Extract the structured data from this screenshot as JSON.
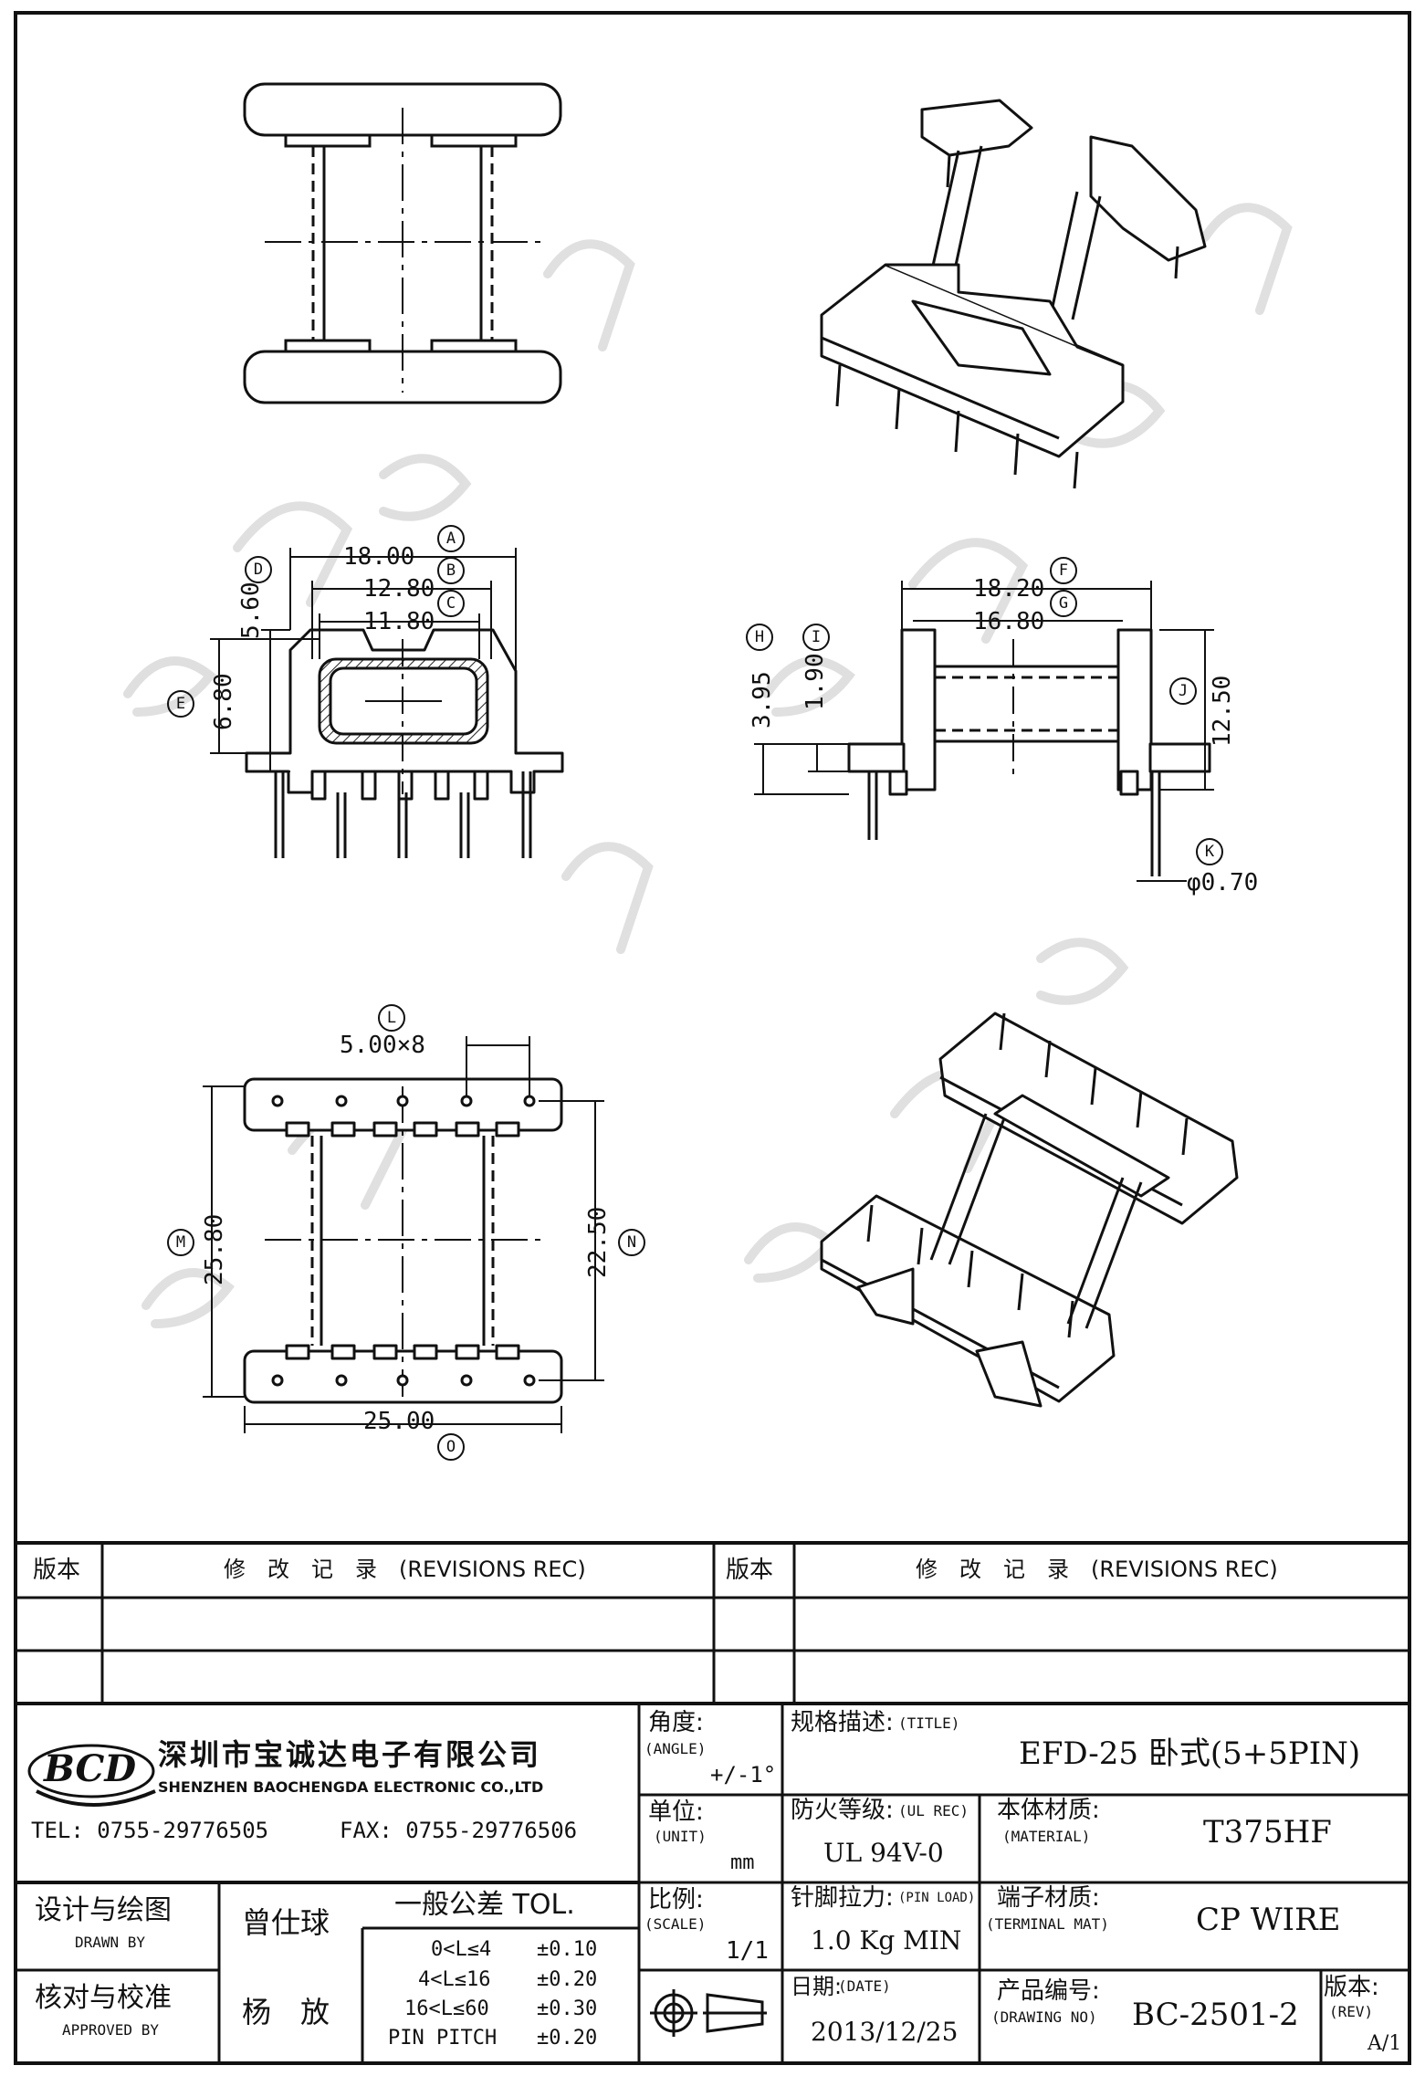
{
  "dimensions": {
    "a": "18.00",
    "b": "12.80",
    "c": "11.80",
    "d": "5.60",
    "e": "6.80",
    "f": "18.20",
    "g": "16.80",
    "h": "3.95",
    "i": "1.90",
    "j": "12.50",
    "k": "φ0.70",
    "l": "5.00×8",
    "m": "25.80",
    "n": "22.50",
    "o": "25.00"
  },
  "callouts": [
    "A",
    "B",
    "C",
    "D",
    "E",
    "F",
    "G",
    "H",
    "I",
    "J",
    "K",
    "L",
    "M",
    "N",
    "O"
  ],
  "revisions": {
    "rev_label": "版本",
    "rec_label": "修　改　记　录　(REVISIONS REC)"
  },
  "company": {
    "logo": "BCD",
    "name_cn": "深圳市宝诚达电子有限公司",
    "name_en": "SHENZHEN BAOCHENGDA ELECTRONIC CO.,LTD",
    "tel": "TEL: 0755-29776505",
    "fax": "FAX: 0755-29776506"
  },
  "angle": {
    "label": "角度:",
    "label_en": "(ANGLE)",
    "value": "+/-1°"
  },
  "unit": {
    "label": "单位:",
    "label_en": "(UNIT)",
    "value": "mm"
  },
  "scale": {
    "label": "比例:",
    "label_en": "(SCALE)",
    "value": "1/1"
  },
  "title_block": {
    "label": "规格描述:",
    "label_en": "(TITLE)",
    "value": "EFD-25 卧式(5+5PIN)"
  },
  "ul": {
    "label": "防火等级:",
    "label_en": "(UL REC)",
    "value": "UL 94V-0"
  },
  "material": {
    "label": "本体材质:",
    "label_en": "(MATERIAL)",
    "value": "T375HF"
  },
  "pin_load": {
    "label": "针脚拉力:",
    "label_en": "(PIN LOAD)",
    "value": "1.0 Kg MIN"
  },
  "terminal": {
    "label": "端子材质:",
    "label_en": "(TERMINAL MAT)",
    "value": "CP WIRE"
  },
  "date": {
    "label": "日期:",
    "label_en": "(DATE)",
    "value": "2013/12/25"
  },
  "drawing_no": {
    "label": "产品编号:",
    "label_en": "(DRAWING NO)",
    "value": "BC-2501-2"
  },
  "rev": {
    "label": "版本:",
    "label_en": "(REV)",
    "value": "A/1"
  },
  "drawn": {
    "label": "设计与绘图",
    "label_en": "DRAWN BY",
    "name": "曾仕球"
  },
  "approved": {
    "label": "核对与校准",
    "label_en": "APPROVED BY",
    "name": "杨　放"
  },
  "tolerance": {
    "title": "一般公差 TOL.",
    "rows": [
      {
        "range": "0<L≤4",
        "value": "±0.10"
      },
      {
        "range": "4<L≤16",
        "value": "±0.20"
      },
      {
        "range": "16<L≤60",
        "value": "±0.30"
      },
      {
        "range": "PIN PITCH",
        "value": "±0.20"
      }
    ]
  }
}
